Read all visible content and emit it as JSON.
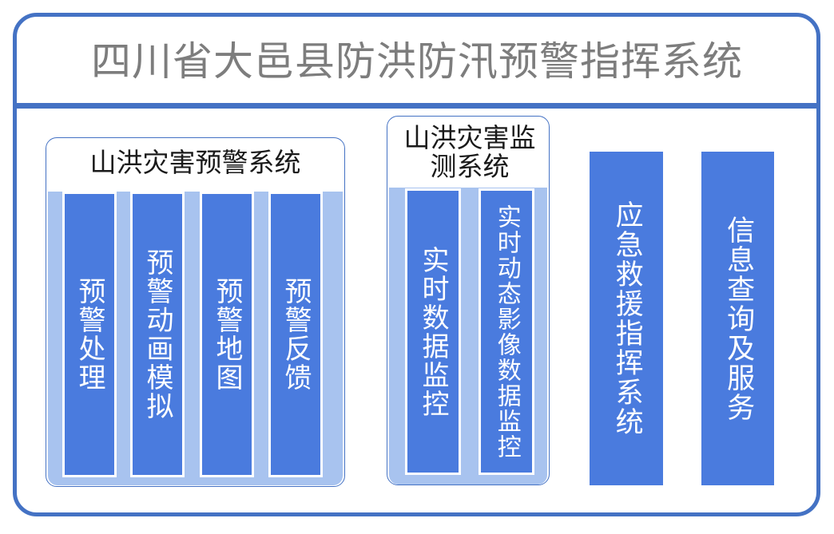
{
  "header": {
    "title": "四川省大邑县防洪防汛预警指挥系统",
    "title_color": "#7d7d7d",
    "rule_color": "#4472C4"
  },
  "theme": {
    "frame_border": "#4472C4",
    "tray_fill": "#A8C3EF",
    "bar_fill": "#4A7BDE",
    "bar_border": "#FFFFFF",
    "card_border": "#4472C4",
    "card_fill": "#FFFFFF",
    "bar_text": "#FFFFFF",
    "group_title_text": "#1A1A1A"
  },
  "groups": [
    {
      "id": "warning-system",
      "title": "山洪灾害预警系统",
      "modules": [
        {
          "id": "warning-processing",
          "label": "预警处理"
        },
        {
          "id": "warning-animation-simulation",
          "label": "预警动画模拟"
        },
        {
          "id": "warning-map",
          "label": "预警地图"
        },
        {
          "id": "warning-feedback",
          "label": "预警反馈"
        }
      ]
    },
    {
      "id": "monitoring-system",
      "title": "山洪灾害监测系统",
      "modules": [
        {
          "id": "realtime-data-monitoring",
          "label": "实时数据监控"
        },
        {
          "id": "realtime-dynamic-image-data-monitoring",
          "label": "实时动态影像数据监控"
        }
      ]
    }
  ],
  "standalone": [
    {
      "id": "emergency-rescue-command-system",
      "label": "应急救援指挥系统"
    },
    {
      "id": "information-query-and-service",
      "label": "信息查询及服务"
    }
  ]
}
